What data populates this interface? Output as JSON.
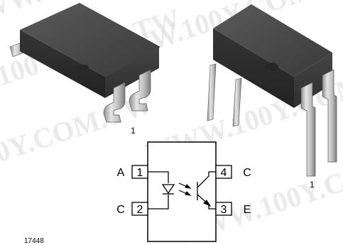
{
  "watermark": {
    "text": "WWW.100Y.COM.TW",
    "color": "#dadada"
  },
  "package_left": {
    "pin_label": "1",
    "body_color": "#3d3d3d",
    "lead_color": "#bfbfbf"
  },
  "package_right": {
    "pin_label": "1",
    "body_color": "#3d3d3d",
    "lead_color": "#bfbfbf"
  },
  "schematic": {
    "pins": [
      {
        "number": "1",
        "name": "A"
      },
      {
        "number": "2",
        "name": "C"
      },
      {
        "number": "4",
        "name": "C"
      },
      {
        "number": "3",
        "name": "E"
      }
    ]
  },
  "figure_id": "17448"
}
